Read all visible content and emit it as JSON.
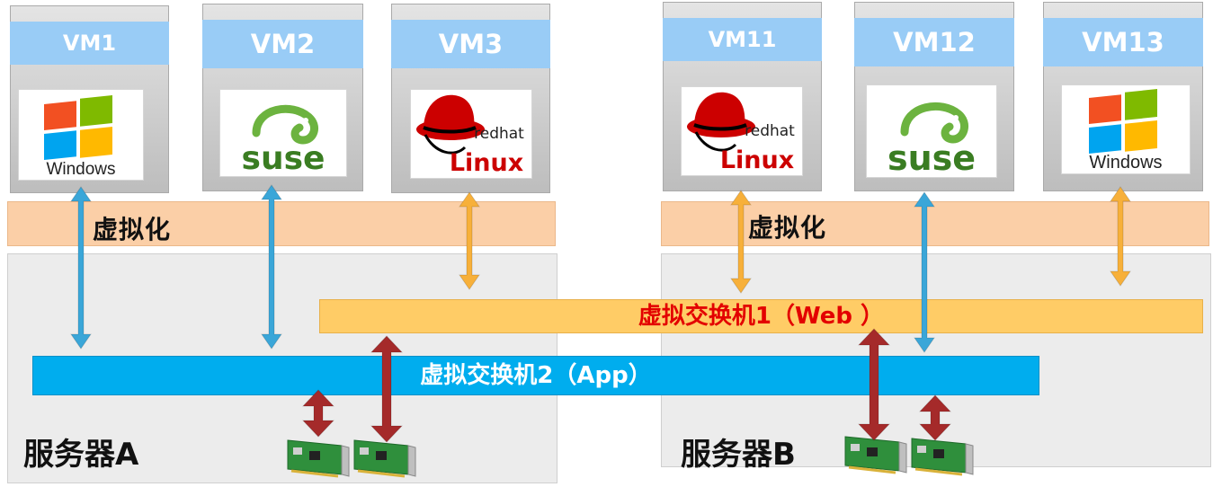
{
  "servers": [
    {
      "label": "服务器A",
      "virt_label": "虚拟化",
      "vms": [
        {
          "name": "VM1",
          "os": "windows",
          "logo_text": "Windows"
        },
        {
          "name": "VM2",
          "os": "suse",
          "logo_text": "suse"
        },
        {
          "name": "VM3",
          "os": "redhat",
          "logo_text_small": "redhat",
          "logo_text": "Linux"
        }
      ]
    },
    {
      "label": "服务器B",
      "virt_label": "虚拟化",
      "vms": [
        {
          "name": "VM11",
          "os": "redhat",
          "logo_text_small": "redhat",
          "logo_text": "Linux"
        },
        {
          "name": "VM12",
          "os": "suse",
          "logo_text": "suse"
        },
        {
          "name": "VM13",
          "os": "windows",
          "logo_text": "Windows"
        }
      ]
    }
  ],
  "switches": [
    {
      "label": "虚拟交换机1（Web ）"
    },
    {
      "label": "虚拟交换机2（App）"
    }
  ],
  "colors": {
    "app_arrow": "#3aa6d8",
    "web_arrow": "#f7b03a",
    "nic_arrow": "#a52a2a",
    "switch1": "#ffcc66",
    "switch2": "#00adee"
  },
  "icons": [
    "windows-logo-icon",
    "suse-logo-icon",
    "redhat-linux-logo-icon",
    "network-card-icon"
  ]
}
